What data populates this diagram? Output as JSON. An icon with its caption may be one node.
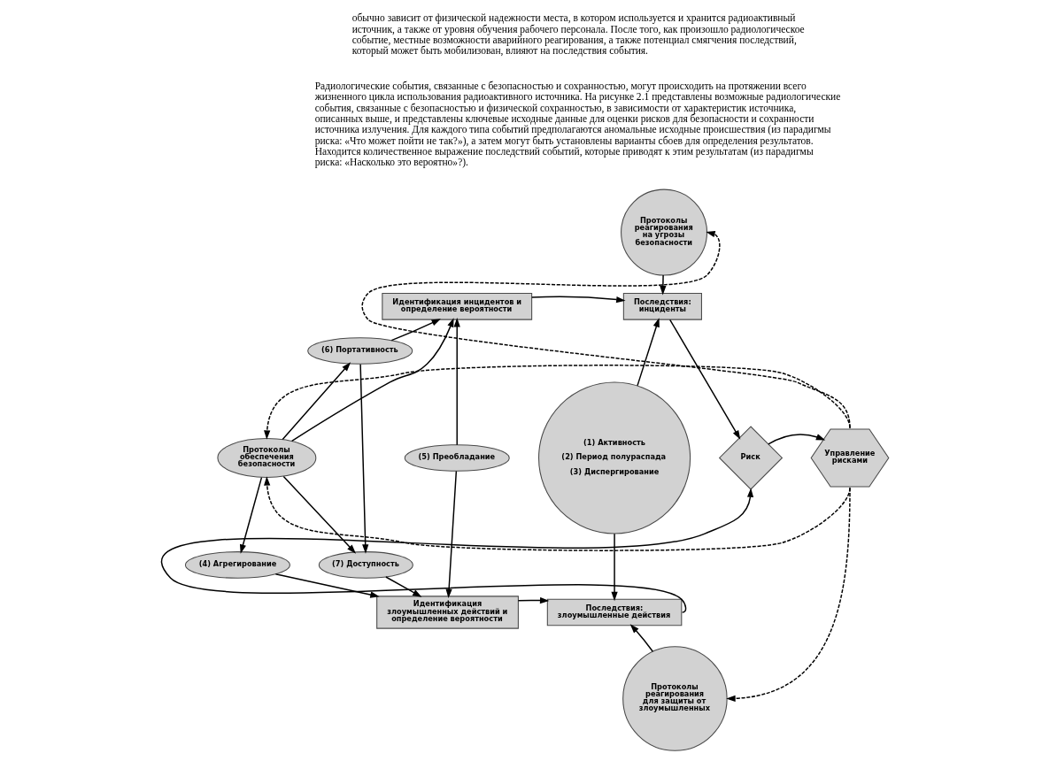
{
  "diagram": {
    "nodes": [
      {
        "text": [
          "Протоколы реагирования на угрозы безопасности"
        ]
      },
      {
        "text": [
          "Идентификация инцидентов и определение вероятности"
        ]
      },
      {
        "text": [
          "Последствия: инциденты"
        ]
      },
      {
        "text": [
          "(6) Портативность"
        ]
      },
      {
        "text": [
          "(5) Преобладание"
        ]
      },
      {
        "text": [
          "(1) Активность",
          "(2) Период полураспада",
          "(3) Диспергирование"
        ]
      },
      {
        "text": [
          "Протоколы обеспечения безопасности"
        ]
      },
      {
        "text": [
          "Риск"
        ]
      },
      {
        "text": [
          "Управление рисками"
        ]
      },
      {
        "text": [
          "(7) Доступность"
        ]
      },
      {
        "text": [
          "(4) Агрегирование"
        ]
      },
      {
        "text": [
          "Идентификация злоумышленных действий и определение вероятности"
        ]
      },
      {
        "text": [
          "Последствия: злоумышленные действия"
        ]
      },
      {
        "text": [
          "Протоколы реагирования для защиты от злоумышленных"
        ]
      }
    ],
    "edges": [
      {
        "from": 0,
        "to": 2,
        "arrow": "to"
      },
      {
        "from": 1,
        "to": 2,
        "arrow": "to"
      },
      {
        "from": 3,
        "to": 1,
        "arrow": "to"
      },
      {
        "from": 3,
        "to": 9,
        "arrow": "to"
      },
      {
        "from": 4,
        "to": 1,
        "arrow": "to"
      },
      {
        "from": 4,
        "to": 11,
        "arrow": "to"
      },
      {
        "from": 6,
        "to": 1,
        "arrow": "to"
      },
      {
        "from": 6,
        "to": 3,
        "arrow": "to"
      },
      {
        "from": 6,
        "to": 9,
        "arrow": "to"
      },
      {
        "from": 6,
        "to": 10,
        "arrow": "to"
      },
      {
        "from": 9,
        "to": 11,
        "arrow": "to"
      },
      {
        "from": 10,
        "to": 11,
        "arrow": "to"
      },
      {
        "from": 11,
        "to": 12,
        "arrow": "to"
      },
      {
        "from": 5,
        "to": 2,
        "arrow": "to"
      },
      {
        "from": 5,
        "to": 12,
        "arrow": "to"
      },
      {
        "from": 13,
        "to": 12,
        "arrow": "to"
      },
      {
        "from": 2,
        "to": 7,
        "arrow": "to"
      },
      {
        "from": 12,
        "to": 7,
        "arrow": "to"
      },
      {
        "from": 7,
        "to": 8,
        "arrow": "to"
      },
      {
        "from": 8,
        "to": 0,
        "arrow": "to",
        "style": "dashed"
      },
      {
        "from": 8,
        "to": 13,
        "arrow": "to",
        "style": "dashed"
      },
      {
        "from": 8,
        "to": 6,
        "arrow": "to",
        "style": "dashed"
      },
      {
        "from": 8,
        "to": 6,
        "arrow": "to",
        "style": "dashed"
      }
    ],
    "labels": [
      "обычно зависит от физической надежности места, в котором используется и хранится радиоактивный источник, а также от уровня обучения рабочего персонала. После того, как произошло радиологическое событие, местные возможности аварийного реагирования, а также потенциал смягчения последствий, который может быть мобилизован, влияют на последствия события.",
      "Радиологические события, связанные с безопасностью и сохранностью, могут происходить на протяжении всего жизненного цикла использования радиоактивного источника. На рисунке 2.1 представлены возможные радиологические события, связанные с безопасностью и физической сохранностью, в зависимости от характеристик источника, описанных выше, и представлены ключевые исходные данные для оценки рисков для безопасности и сохранности источника излучения. Для каждого типа событий предполагаются аномальные исходные происшествия (из парадигмы риска: «Что может пойти не так?»), а затем могут быть установлены варианты сбоев для определения результатов. Находится количественное выражение последствий событий, которые приводят к этим результатам (из парадигмы риска: «Насколько это вероятно»?)."
    ]
  }
}
